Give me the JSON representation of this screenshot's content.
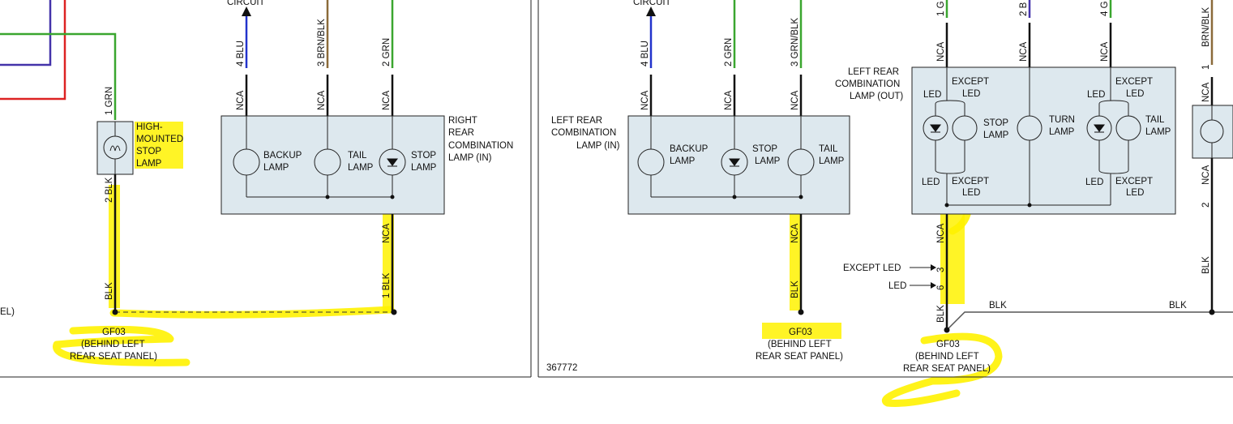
{
  "colors": {
    "grn": "#3aa62f",
    "blu": "#2233cc",
    "brn": "#8b6b3a",
    "red": "#dd2222",
    "purple": "#4433aa",
    "blk": "#111111",
    "panel": "#dde8ee",
    "highlight": "#fff200"
  },
  "labels": {
    "circuit_left": "CIRCUIT",
    "circuit_mid": "CIRCUIT",
    "el_fragment": "EL)",
    "hm_stop_lamp": [
      "HIGH-",
      "MOUNTED",
      "STOP",
      "LAMP"
    ],
    "right_rear_combo": [
      "RIGHT",
      "REAR",
      "COMBINATION",
      "LAMP (IN)"
    ],
    "left_rear_combo_in": [
      "LEFT REAR",
      "COMBINATION",
      "LAMP (IN)"
    ],
    "left_rear_combo_out": [
      "LEFT REAR",
      "COMBINATION",
      "LAMP (OUT)"
    ],
    "backup_lamp": [
      "BACKUP",
      "LAMP"
    ],
    "tail_lamp": [
      "TAIL",
      "LAMP"
    ],
    "stop_lamp": [
      "STOP",
      "LAMP"
    ],
    "turn_lamp": [
      "TURN",
      "LAMP"
    ],
    "led": "LED",
    "except_led": [
      "EXCEPT",
      "LED"
    ],
    "except_led_arrow": "EXCEPT LED",
    "led_arrow": "LED",
    "nca": "NCA",
    "gf03": [
      "GF03",
      "(BEHIND LEFT",
      "REAR SEAT PANEL)"
    ],
    "blk": "BLK",
    "figure_id": "367772"
  },
  "wires": {
    "p1_hm_top": "1  GRN",
    "p1_hm_bottom": "2  BLK",
    "p1_blk_low": "BLK",
    "p1_blu": "4  BLU",
    "p1_brnblk": "3  BRN/BLK",
    "p1_grn": "2  GRN",
    "p1_blk_right": "1  BLK",
    "p2_blu": "4  BLU",
    "p2_grn": "2  GRN",
    "p2_grnblk": "3  GRN/BLK",
    "p2_blk": "BLK",
    "p2_top1": "1  G",
    "p2_top2": "2  B",
    "p2_top4": "4  G",
    "p2_pin3": "3",
    "p2_pin6": "6",
    "p2_blk_out": "BLK",
    "p3_brnblk": "BRN/BLK",
    "p3_1": "1",
    "p3_2": "2",
    "p3_blk": "BLK"
  }
}
